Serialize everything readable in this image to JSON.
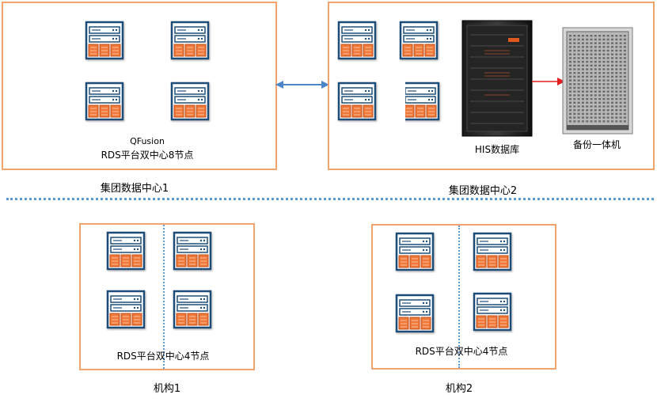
{
  "dc1": {
    "caption": "集团数据中心1",
    "product": "QFusion",
    "node_text": "RDS平台双中心8节点"
  },
  "dc2": {
    "caption": "集团数据中心2",
    "his_label": "HIS数据库",
    "backup_label": "备份一体机"
  },
  "org1": {
    "caption": "机构1",
    "node_text": "RDS平台双中心4节点"
  },
  "org2": {
    "caption": "机构2",
    "node_text": "RDS平台双中心4节点"
  },
  "colors": {
    "box_border": "#f0a36a",
    "separator": "#5b9bd5",
    "link_arrow": "#4a86c8",
    "flow_arrow": "#e02020"
  },
  "icons": [
    "server-icon",
    "his-database-rack-icon",
    "backup-appliance-icon",
    "bidirectional-arrow-icon"
  ]
}
